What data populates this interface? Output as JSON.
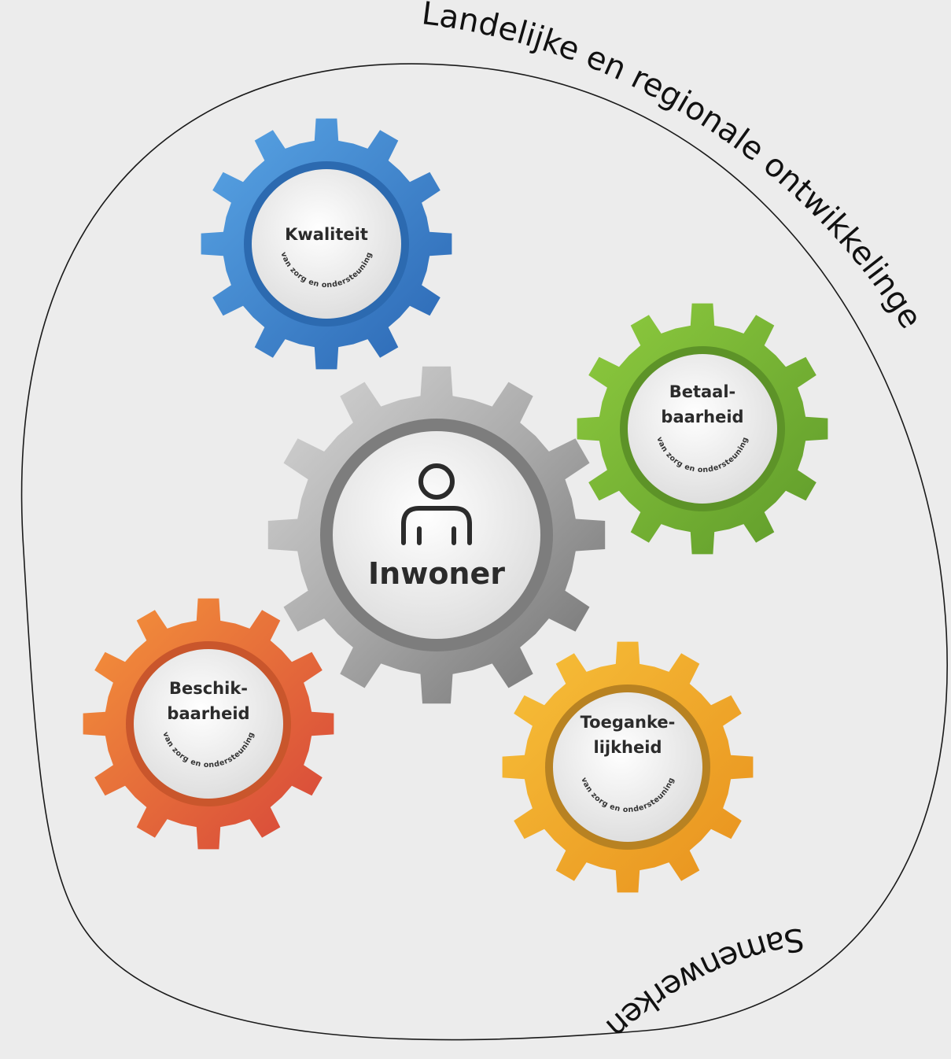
{
  "diagram": {
    "outer_top_text": "Landelijke en regionale ontwikkelingen",
    "outer_bottom_text": "Samenwerken",
    "center": {
      "label": "Inwoner",
      "icon": "person-icon"
    },
    "gears": [
      {
        "id": "kwaliteit",
        "lines": [
          "Kwaliteit"
        ],
        "sub": "van zorg en ondersteuning",
        "color": "#3f86cf"
      },
      {
        "id": "betaalbaarheid",
        "lines": [
          "Betaal-",
          "baarheid"
        ],
        "sub": "van zorg en ondersteuning",
        "color": "#7ab83a"
      },
      {
        "id": "beschikbaarheid",
        "lines": [
          "Beschik-",
          "baarheid"
        ],
        "sub": "van zorg en ondersteuning",
        "color": "#e86f35"
      },
      {
        "id": "toegankelijkheid",
        "lines": [
          "Toeganke-",
          "lijkheid"
        ],
        "sub": "van zorg en ondersteuning",
        "color": "#f0a92a"
      }
    ]
  }
}
